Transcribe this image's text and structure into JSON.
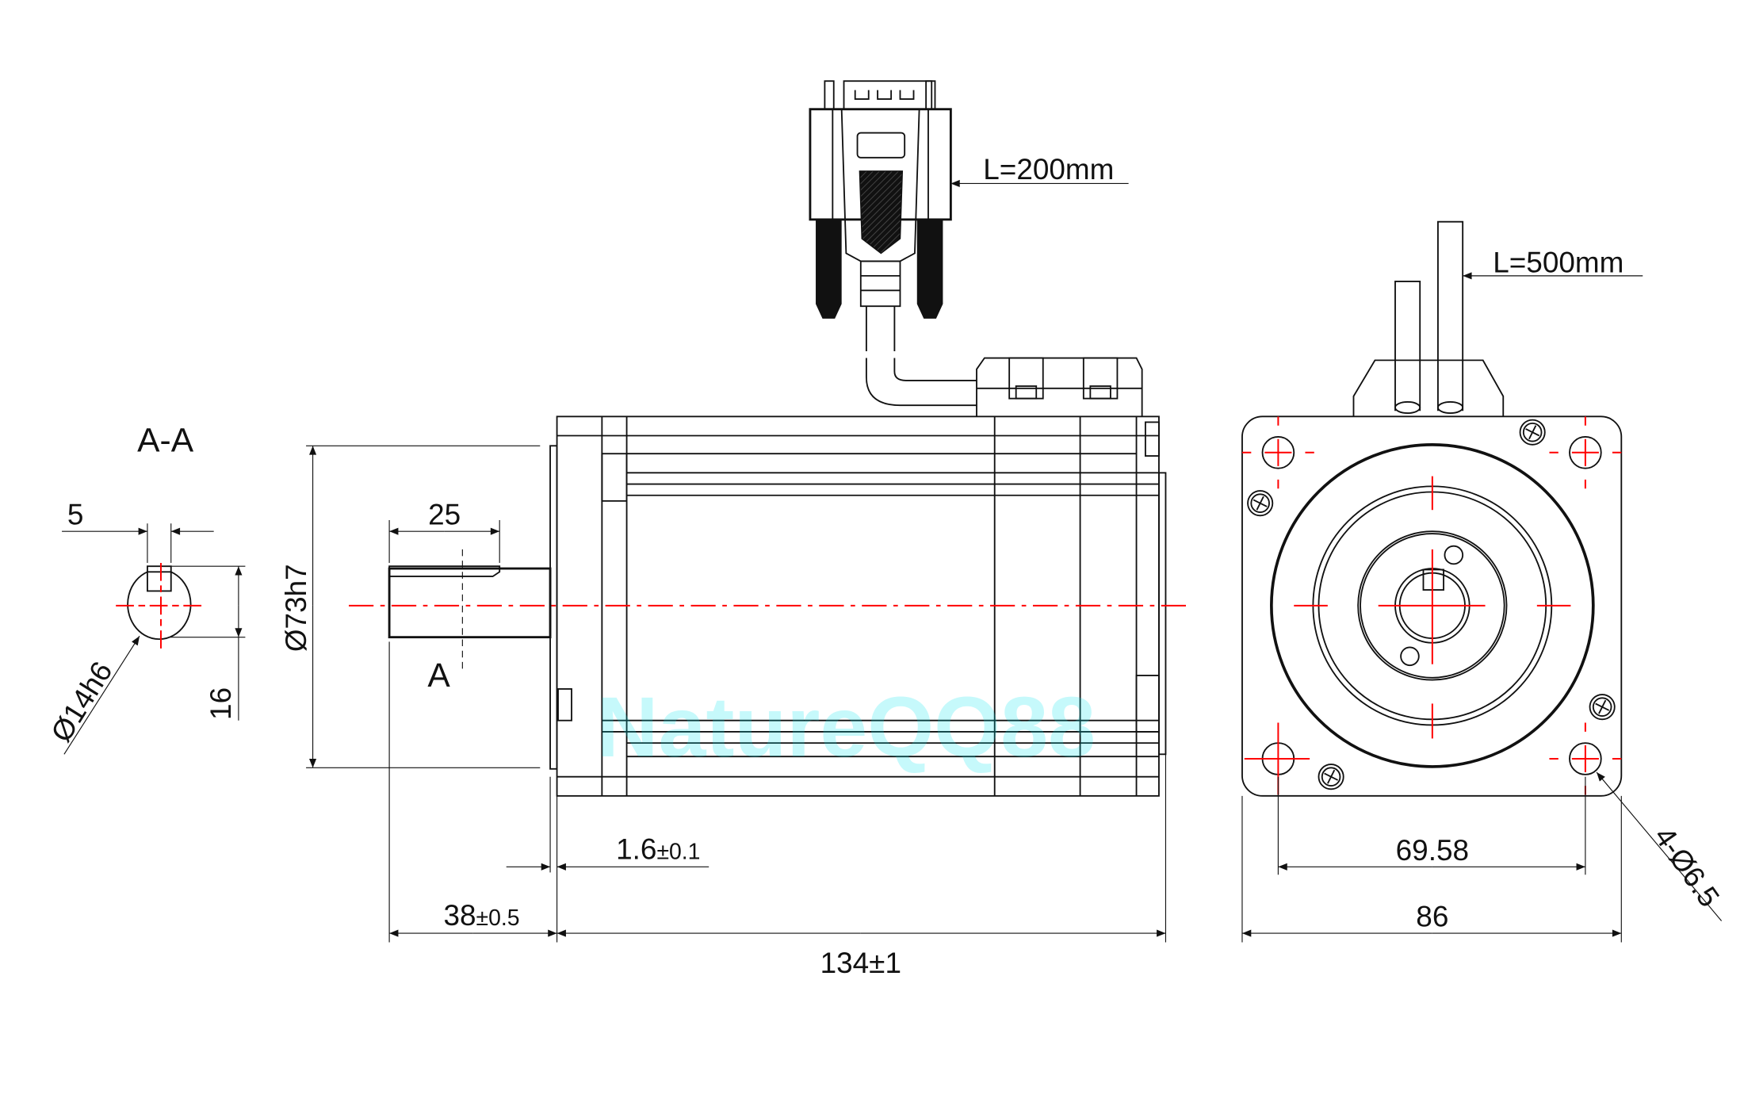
{
  "drawing": {
    "section_label": "A-A",
    "section_marker": "A",
    "key_width": "5",
    "key_height": "16",
    "shaft_diameter": "Ø14h6",
    "key_length": "25",
    "pilot_diameter": "Ø73h7",
    "pilot_depth": "1.6",
    "pilot_depth_tol": "±0.1",
    "shaft_length": "38",
    "shaft_length_tol": "±0.5",
    "body_length": "134±1",
    "encoder_cable": "L=200mm",
    "power_cable": "L=500mm",
    "bolt_circle": "69.58",
    "flange_size": "86",
    "mount_holes": "4-Ø6.5",
    "watermark": "NatureQQ88"
  },
  "colors": {
    "line": "#111111",
    "centerline": "#ff0000",
    "watermark": "#00e5ee"
  }
}
